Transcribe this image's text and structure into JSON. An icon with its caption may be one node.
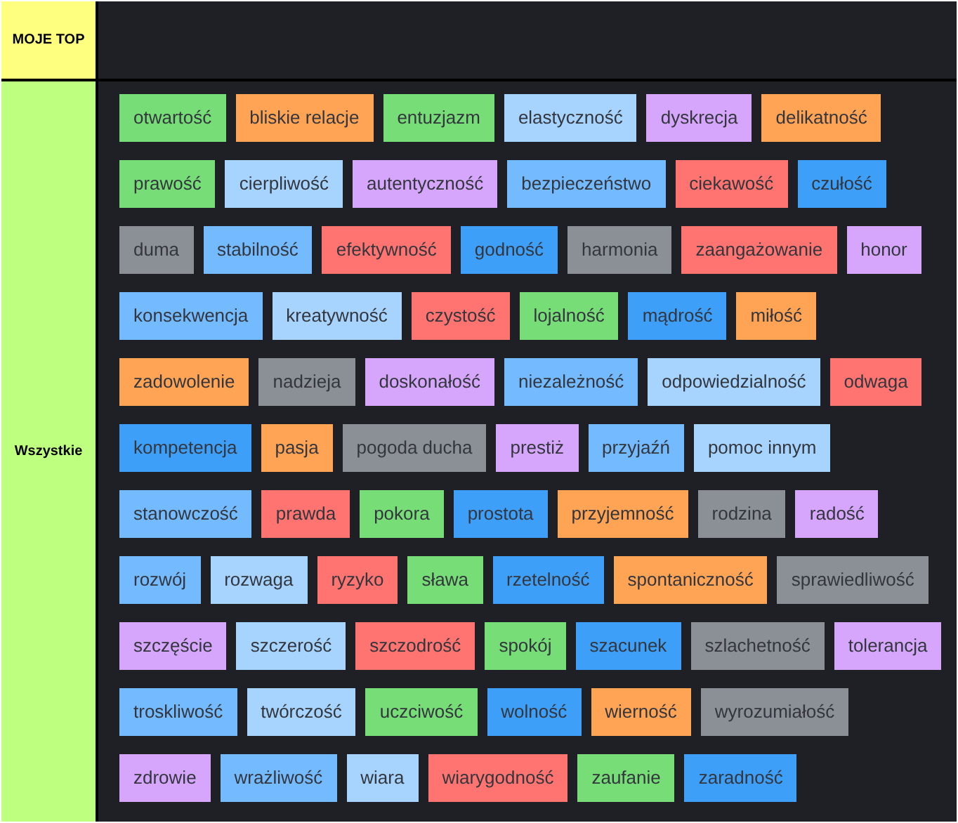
{
  "diagram": {
    "nodes": [
      {
        "text": [
          "MOJE TOP"
        ]
      },
      {
        "text": [],
        "shape": "box"
      },
      {
        "text": [
          "Wszystkie"
        ]
      },
      {
        "text": [],
        "shape": "box"
      },
      {
        "text": [
          "otwartość"
        ],
        "in": 3
      },
      {
        "text": [
          "bliskie relacje"
        ],
        "in": 3
      },
      {
        "text": [
          "entuzjazm"
        ],
        "in": 3
      },
      {
        "text": [
          "elastyczność"
        ],
        "in": 3
      },
      {
        "text": [
          "dyskrecja"
        ],
        "in": 3
      },
      {
        "text": [
          "delikatność"
        ],
        "in": 3
      },
      {
        "text": [
          "prawość"
        ],
        "in": 3
      },
      {
        "text": [
          "cierpliwość"
        ],
        "in": 3
      },
      {
        "text": [
          "autentyczność"
        ],
        "in": 3
      },
      {
        "text": [
          "bezpieczeństwo"
        ],
        "in": 3
      },
      {
        "text": [
          "ciekawość"
        ],
        "in": 3
      },
      {
        "text": [
          "czułość"
        ],
        "in": 3
      },
      {
        "text": [
          "duma"
        ],
        "in": 3
      },
      {
        "text": [
          "stabilność"
        ],
        "in": 3
      },
      {
        "text": [
          "efektywność"
        ],
        "in": 3
      },
      {
        "text": [
          "godność"
        ],
        "in": 3
      },
      {
        "text": [
          "harmonia"
        ],
        "in": 3
      },
      {
        "text": [
          "zaangażowanie"
        ],
        "in": 3
      },
      {
        "text": [
          "honor"
        ],
        "in": 3
      },
      {
        "text": [
          "konsekwencja"
        ],
        "in": 3
      },
      {
        "text": [
          "kreatywność"
        ],
        "in": 3
      },
      {
        "text": [
          "czystość"
        ],
        "in": 3
      },
      {
        "text": [
          "lojalność"
        ],
        "in": 3
      },
      {
        "text": [
          "mądrość"
        ],
        "in": 3
      },
      {
        "text": [
          "miłość"
        ],
        "in": 3
      },
      {
        "text": [
          "zadowolenie"
        ],
        "in": 3
      },
      {
        "text": [
          "nadzieja"
        ],
        "in": 3
      },
      {
        "text": [
          "doskonałość"
        ],
        "in": 3
      },
      {
        "text": [
          "niezależność"
        ],
        "in": 3
      },
      {
        "text": [
          "odpowiedzialność"
        ],
        "in": 3
      },
      {
        "text": [
          "odwaga"
        ],
        "in": 3
      },
      {
        "text": [
          "kompetencja"
        ],
        "in": 3
      },
      {
        "text": [
          "pasja"
        ],
        "in": 3
      },
      {
        "text": [
          "pogoda ducha"
        ],
        "in": 3
      },
      {
        "text": [
          "prestiż"
        ],
        "in": 3
      },
      {
        "text": [
          "przyjaźń"
        ],
        "in": 3
      },
      {
        "text": [
          "pomoc innym"
        ],
        "in": 3
      },
      {
        "text": [
          "stanowczość"
        ],
        "in": 3
      },
      {
        "text": [
          "prawda"
        ],
        "in": 3
      },
      {
        "text": [
          "pokora"
        ],
        "in": 3
      },
      {
        "text": [
          "prostota"
        ],
        "in": 3
      },
      {
        "text": [
          "przyjemność"
        ],
        "in": 3
      },
      {
        "text": [
          "rodzina"
        ],
        "in": 3
      },
      {
        "text": [
          "radość"
        ],
        "in": 3
      },
      {
        "text": [
          "rozwój"
        ],
        "in": 3
      },
      {
        "text": [
          "rozwaga"
        ],
        "in": 3
      },
      {
        "text": [
          "ryzyko"
        ],
        "in": 3
      },
      {
        "text": [
          "sława"
        ],
        "in": 3
      },
      {
        "text": [
          "rzetelność"
        ],
        "in": 3
      },
      {
        "text": [
          "spontaniczność"
        ],
        "in": 3
      },
      {
        "text": [
          "sprawiedliwość"
        ],
        "in": 3
      },
      {
        "text": [
          "szczęście"
        ],
        "in": 3
      },
      {
        "text": [
          "szczerość"
        ],
        "in": 3
      },
      {
        "text": [
          "szczodrość"
        ],
        "in": 3
      },
      {
        "text": [
          "spokój"
        ],
        "in": 3
      },
      {
        "text": [
          "szacunek"
        ],
        "in": 3
      },
      {
        "text": [
          "szlachetność"
        ],
        "in": 3
      },
      {
        "text": [
          "tolerancja"
        ],
        "in": 3
      },
      {
        "text": [
          "troskliwość"
        ],
        "in": 3
      },
      {
        "text": [
          "twórczość"
        ],
        "in": 3
      },
      {
        "text": [
          "uczciwość"
        ],
        "in": 3
      },
      {
        "text": [
          "wolność"
        ],
        "in": 3
      },
      {
        "text": [
          "wierność"
        ],
        "in": 3
      },
      {
        "text": [
          "wyrozumiałość"
        ],
        "in": 3
      },
      {
        "text": [
          "zdrowie"
        ],
        "in": 3
      },
      {
        "text": [
          "wrażliwość"
        ],
        "in": 3
      },
      {
        "text": [
          "wiara"
        ],
        "in": 3
      },
      {
        "text": [
          "wiarygodność"
        ],
        "in": 3
      },
      {
        "text": [
          "zaufanie"
        ],
        "in": 3
      },
      {
        "text": [
          "zaradność"
        ],
        "in": 3
      }
    ],
    "edges": []
  }
}
